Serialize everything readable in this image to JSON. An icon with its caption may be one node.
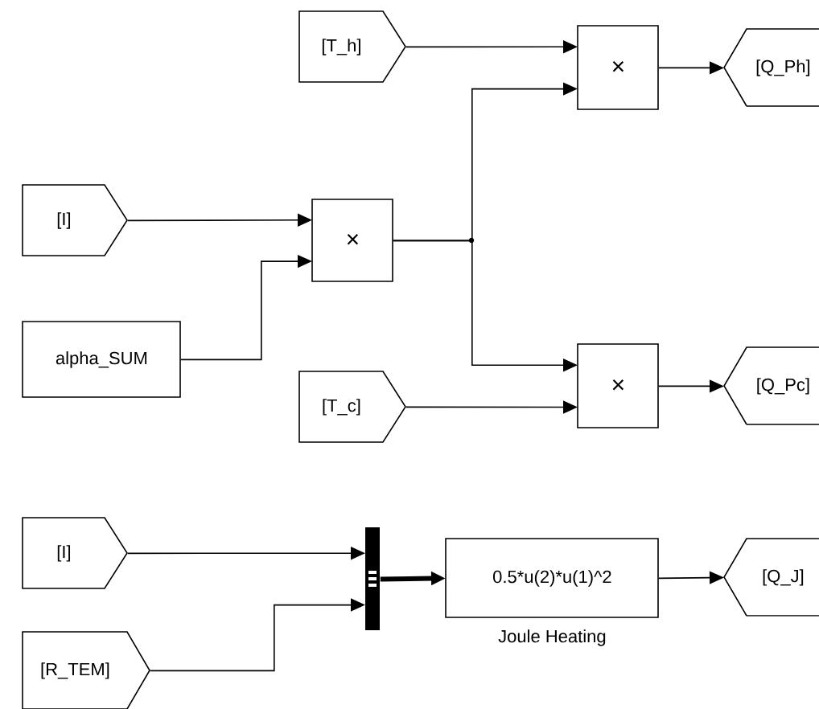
{
  "diagram": {
    "nodes": [
      {
        "text": [
          "[T_h]"
        ]
      },
      {
        "text": [
          "×"
        ]
      },
      {
        "text": [
          "[Q_Ph]"
        ]
      },
      {
        "text": [
          "[I]"
        ]
      },
      {
        "text": [
          "×"
        ]
      },
      {
        "text": [
          "alpha_SUM"
        ]
      },
      {
        "text": [
          "[T_c]"
        ]
      },
      {
        "text": [
          "×"
        ]
      },
      {
        "text": [
          "[Q_Pc]"
        ]
      },
      {
        "text": [
          "[I]"
        ]
      },
      {
        "text": [
          "[R_TEM]"
        ]
      },
      {
        "text": [],
        "shape": "bar"
      },
      {
        "text": [
          "0.5*u(2)*u(1)^2"
        ],
        "beside": [
          "Joule Heating"
        ]
      },
      {
        "text": [
          "[Q_J]"
        ]
      }
    ],
    "edges": [
      {
        "from": 0,
        "to": 1,
        "arrow": "to"
      },
      {
        "from": 4,
        "to": 1,
        "arrow": "to"
      },
      {
        "from": 4,
        "to": 7,
        "arrow": "to"
      },
      {
        "from": 6,
        "to": 7,
        "arrow": "to"
      },
      {
        "from": 1,
        "to": 2,
        "arrow": "to"
      },
      {
        "from": 7,
        "to": 8,
        "arrow": "to"
      },
      {
        "from": 3,
        "to": 4,
        "arrow": "to"
      },
      {
        "from": 5,
        "to": 4,
        "arrow": "to"
      },
      {
        "from": 9,
        "to": 11,
        "arrow": "to"
      },
      {
        "from": 10,
        "to": 11,
        "arrow": "to"
      },
      {
        "from": 11,
        "to": 12,
        "arrow": "to",
        "style": "thick"
      },
      {
        "from": 12,
        "to": 13,
        "arrow": "to"
      }
    ]
  }
}
